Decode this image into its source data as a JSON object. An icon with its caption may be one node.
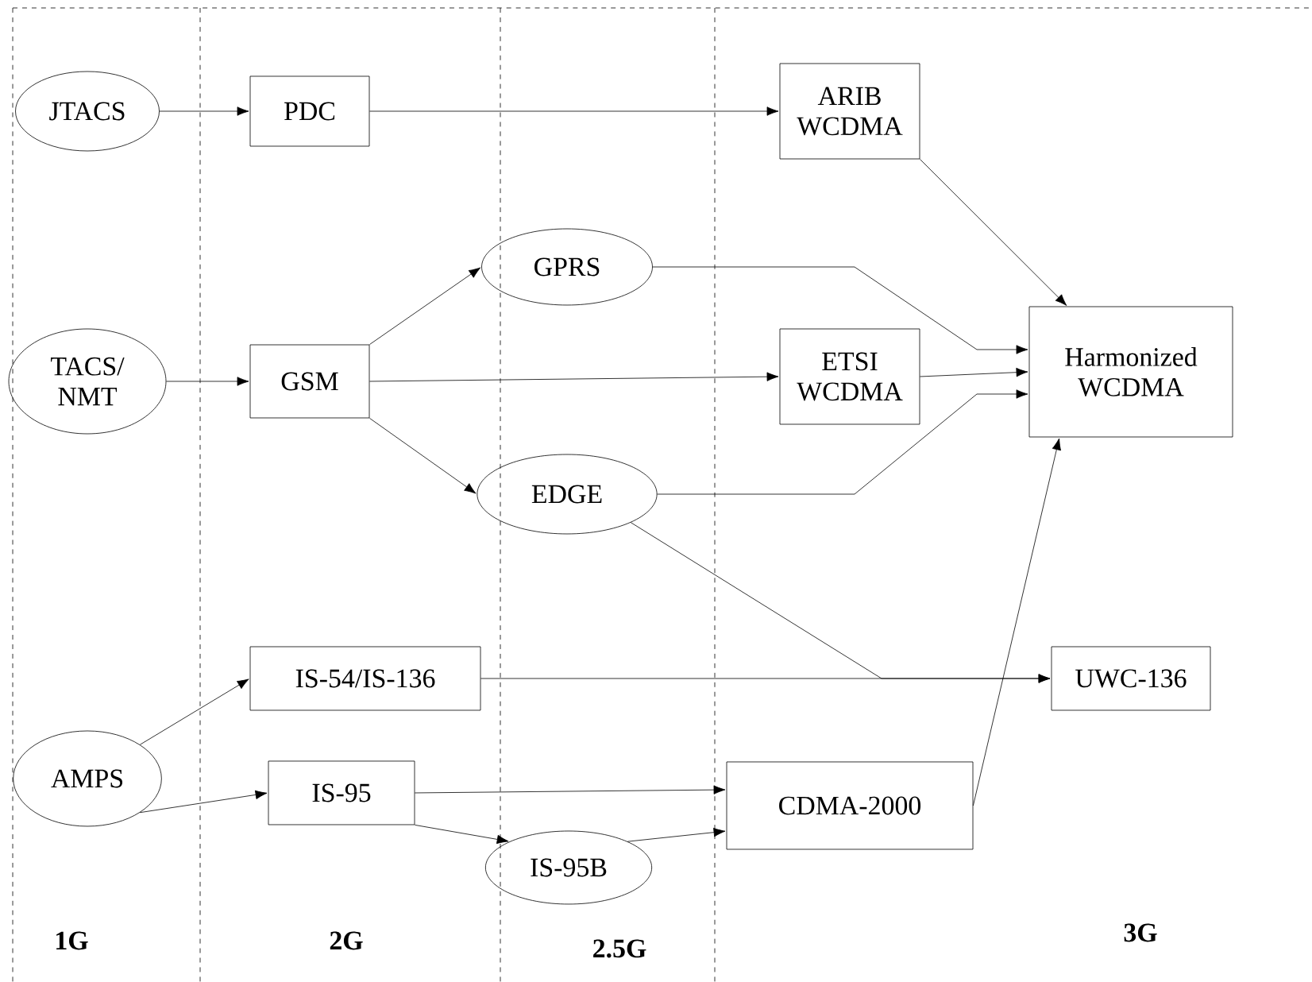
{
  "diagram": {
    "nodes": [
      {
        "text": [
          "JTACS"
        ]
      },
      {
        "text": [
          "PDC"
        ]
      },
      {
        "text": [
          "ARIB WCDMA"
        ]
      },
      {
        "text": [
          "GPRS"
        ]
      },
      {
        "text": [
          "TACS/ NMT"
        ]
      },
      {
        "text": [
          "GSM"
        ]
      },
      {
        "text": [
          "ETSI WCDMA"
        ]
      },
      {
        "text": [
          "Harmonized WCDMA"
        ]
      },
      {
        "text": [
          "EDGE"
        ]
      },
      {
        "text": [
          "IS-54/IS-136"
        ]
      },
      {
        "text": [
          "UWC-136"
        ]
      },
      {
        "text": [
          "AMPS"
        ]
      },
      {
        "text": [
          "IS-95"
        ]
      },
      {
        "text": [
          "CDMA-2000"
        ]
      },
      {
        "text": [
          "IS-95B"
        ]
      }
    ],
    "edges": [
      {
        "from": 0,
        "to": 1,
        "arrow": "to"
      },
      {
        "from": 1,
        "to": 2,
        "arrow": "to"
      },
      {
        "from": 2,
        "to": 7,
        "arrow": "to"
      },
      {
        "from": 4,
        "to": 5,
        "arrow": "to"
      },
      {
        "from": 5,
        "to": 3,
        "arrow": "to"
      },
      {
        "from": 5,
        "to": 6,
        "arrow": "to"
      },
      {
        "from": 5,
        "to": 8,
        "arrow": "to"
      },
      {
        "from": 3,
        "to": 7,
        "arrow": "to"
      },
      {
        "from": 6,
        "to": 7,
        "arrow": "to"
      },
      {
        "from": 8,
        "to": 7,
        "arrow": "to"
      },
      {
        "from": 8,
        "to": 10,
        "arrow": "to"
      },
      {
        "from": 9,
        "to": 10,
        "arrow": "to"
      },
      {
        "from": 11,
        "to": 9,
        "arrow": "to"
      },
      {
        "from": 11,
        "to": 12,
        "arrow": "to"
      },
      {
        "from": 12,
        "to": 13,
        "arrow": "to"
      },
      {
        "from": 12,
        "to": 14,
        "arrow": "to"
      },
      {
        "from": 14,
        "to": 13,
        "arrow": "to"
      },
      {
        "from": 13,
        "to": 7,
        "arrow": "to"
      }
    ],
    "labels": [
      "1G",
      "2G",
      "2.5G",
      "3G"
    ]
  }
}
